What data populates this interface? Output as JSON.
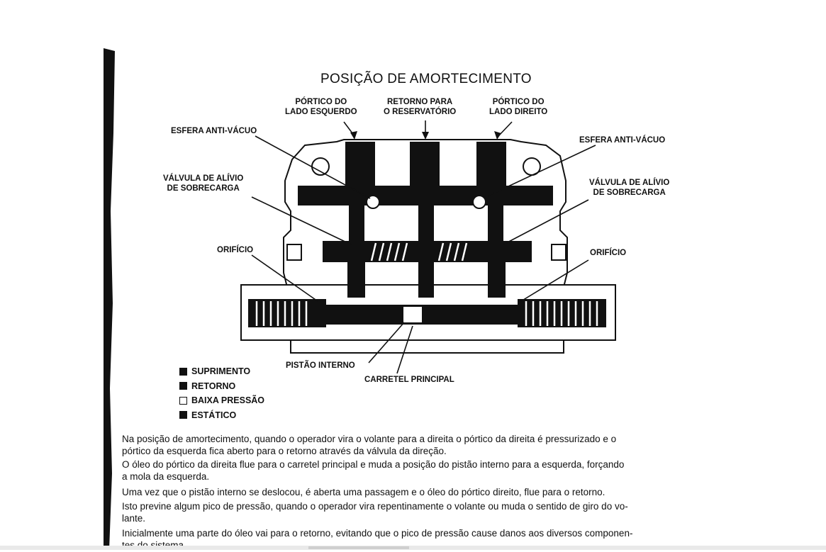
{
  "diagram": {
    "title": "POSIÇÃO DE AMORTECIMENTO",
    "labels": {
      "port_left": [
        "PÓRTICO DO",
        "LADO ESQUERDO"
      ],
      "return": [
        "RETORNO PARA",
        "O RESERVATÓRIO"
      ],
      "port_right": [
        "PÓRTICO DO",
        "LADO DIREITO"
      ],
      "ball_left": "ESFERA ANTI-VÁCUO",
      "ball_right": "ESFERA ANTI-VÁCUO",
      "relief_left": [
        "VÁLVULA DE ALÍVIO",
        "DE SOBRECARGA"
      ],
      "relief_right": [
        "VÁLVULA DE ALÍVIO",
        "DE SOBRECARGA"
      ],
      "orifice_left": "ORIFÍCIO",
      "orifice_right": "ORIFÍCIO",
      "piston": "PISTÃO INTERNO",
      "spool": "CARRETEL PRINCIPAL"
    }
  },
  "legend": [
    {
      "label": "SUPRIMENTO",
      "fill": "dark"
    },
    {
      "label": "RETORNO",
      "fill": "dark"
    },
    {
      "label": "BAIXA PRESSÃO",
      "fill": "white"
    },
    {
      "label": "ESTÁTICO",
      "fill": "dark"
    }
  ],
  "text": [
    "Na posição de amortecimento, quando o operador vira o volante para a direita o pórtico da direita é pressurizado e o",
    "pórtico da esquerda fica aberto para o retorno através da válvula da direção.",
    "O óleo do pórtico da direita flue para o carretel principal e muda a posição do pistão interno para a esquerda, forçando",
    "a mola da esquerda.",
    "Uma vez que o pistão interno se deslocou, é aberta uma passagem e o óleo do pórtico direito, flue para o retorno.",
    "Isto previne algum pico de pressão, quando o operador vira repentinamente o volante ou muda o sentido de giro do vo-",
    "lante.",
    "Inicialmente uma parte do óleo vai para o retorno, evitando que o pico de pressão cause danos aos diversos componen-",
    "tes do sistema."
  ],
  "colors": {
    "ink": "#111111",
    "paper": "#ffffff"
  }
}
